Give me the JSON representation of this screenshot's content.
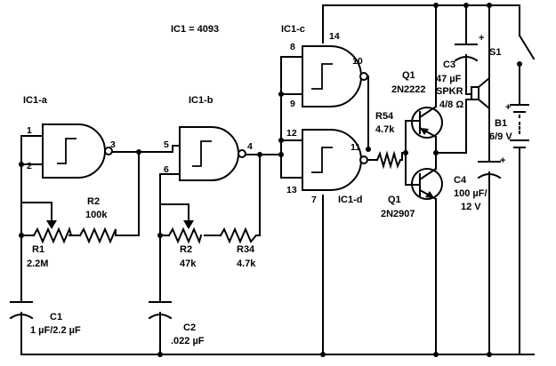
{
  "diagram": {
    "ic_note": "IC1 = 4093",
    "gates": {
      "a": {
        "name": "IC1-a",
        "pins": [
          "1",
          "2",
          "3"
        ]
      },
      "b": {
        "name": "IC1-b",
        "pins": [
          "5",
          "6",
          "4"
        ]
      },
      "c": {
        "name": "IC1-c",
        "pins": [
          "8",
          "9",
          "10",
          "14"
        ]
      },
      "d": {
        "name": "IC1-d",
        "pins": [
          "12",
          "13",
          "11",
          "7"
        ]
      }
    },
    "components": {
      "r1": {
        "ref": "R1",
        "value": "2.2M"
      },
      "r2a": {
        "ref": "R2",
        "value": "100k"
      },
      "r2b": {
        "ref": "R2",
        "value": "47k"
      },
      "r34": {
        "ref": "R34",
        "value": "4.7k"
      },
      "r54": {
        "ref": "R54",
        "value": "4.7k"
      },
      "c1": {
        "ref": "C1",
        "value": "1 µF/2.2 µF"
      },
      "c2": {
        "ref": "C2",
        "value": ".022 µF"
      },
      "c3": {
        "ref": "C3",
        "value": "47 µF",
        "pol": "+"
      },
      "c4": {
        "ref": "C4",
        "value1": "100 µF/",
        "value2": "12 V",
        "pol": "+"
      },
      "q1a": {
        "ref": "Q1",
        "part": "2N2222"
      },
      "q1b": {
        "ref": "Q1",
        "part": "2N2907"
      },
      "spkr": {
        "ref": "SPKR",
        "value": "4/8 Ω"
      },
      "b1": {
        "ref": "B1",
        "value": "6/9 V",
        "pol": "+"
      },
      "s1": {
        "ref": "S1"
      }
    }
  }
}
